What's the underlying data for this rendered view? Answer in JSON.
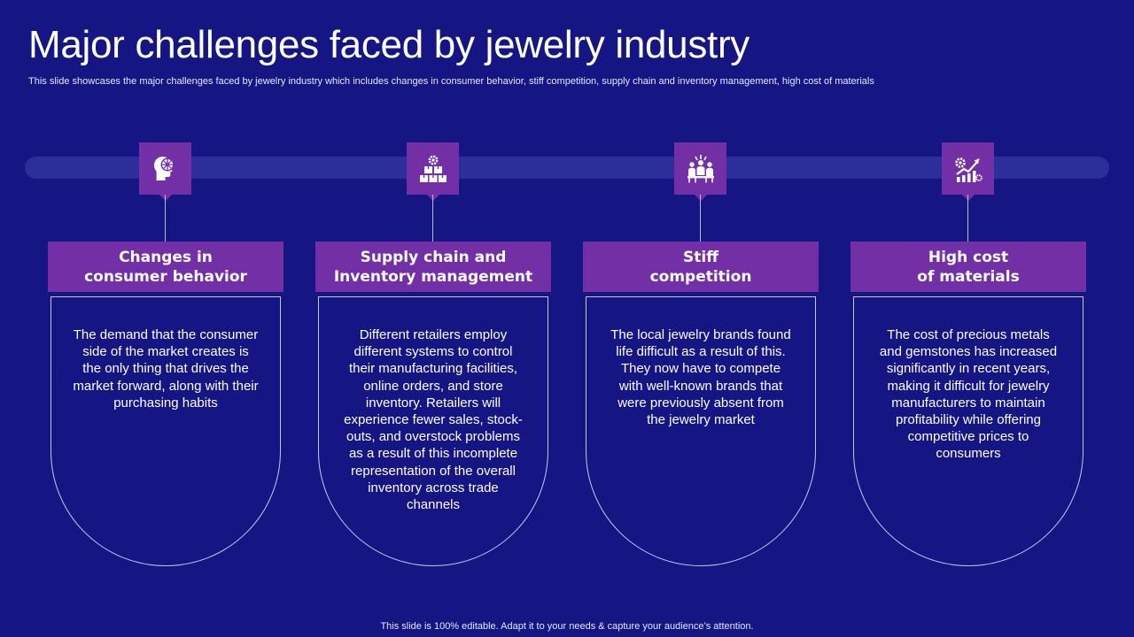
{
  "slide": {
    "title": "Major challenges faced by jewelry industry",
    "subtitle": "This slide showcases the major challenges faced by jewelry industry which includes changes in consumer behavior, stiff competition, supply chain and inventory management, high cost of materials",
    "footer": "This slide is 100% editable. Adapt it to your needs & capture your audience’s attention."
  },
  "colors": {
    "background": "#151583",
    "accent_purple": "#7330a6",
    "track": "#2c2e9a"
  },
  "challenges": [
    {
      "icon": "head-brain-icon",
      "heading": "Changes in\nconsumer behavior",
      "text": "The demand that the consumer side of the market creates is the only thing that drives the market forward, along with their purchasing habits"
    },
    {
      "icon": "boxes-gear-icon",
      "heading": "Supply chain and\nInventory management",
      "text": "Different retailers employ different systems to control their manufacturing facilities, online orders, and store inventory. Retailers will experience fewer sales, stock-outs, and overstock problems as a result of this incomplete representation of the overall inventory across trade channels"
    },
    {
      "icon": "competitors-group-icon",
      "heading": "Stiff\ncompetition",
      "text": "The local jewelry brands found life difficult as a result of this. They now have to compete with well-known brands that were previously absent from the jewelry market"
    },
    {
      "icon": "rising-cost-chart-icon",
      "heading": "High cost\nof materials",
      "text": "The cost of precious metals and gemstones has increased significantly in recent years, making it difficult for jewelry manufacturers to maintain profitability while offering competitive prices to consumers"
    }
  ]
}
